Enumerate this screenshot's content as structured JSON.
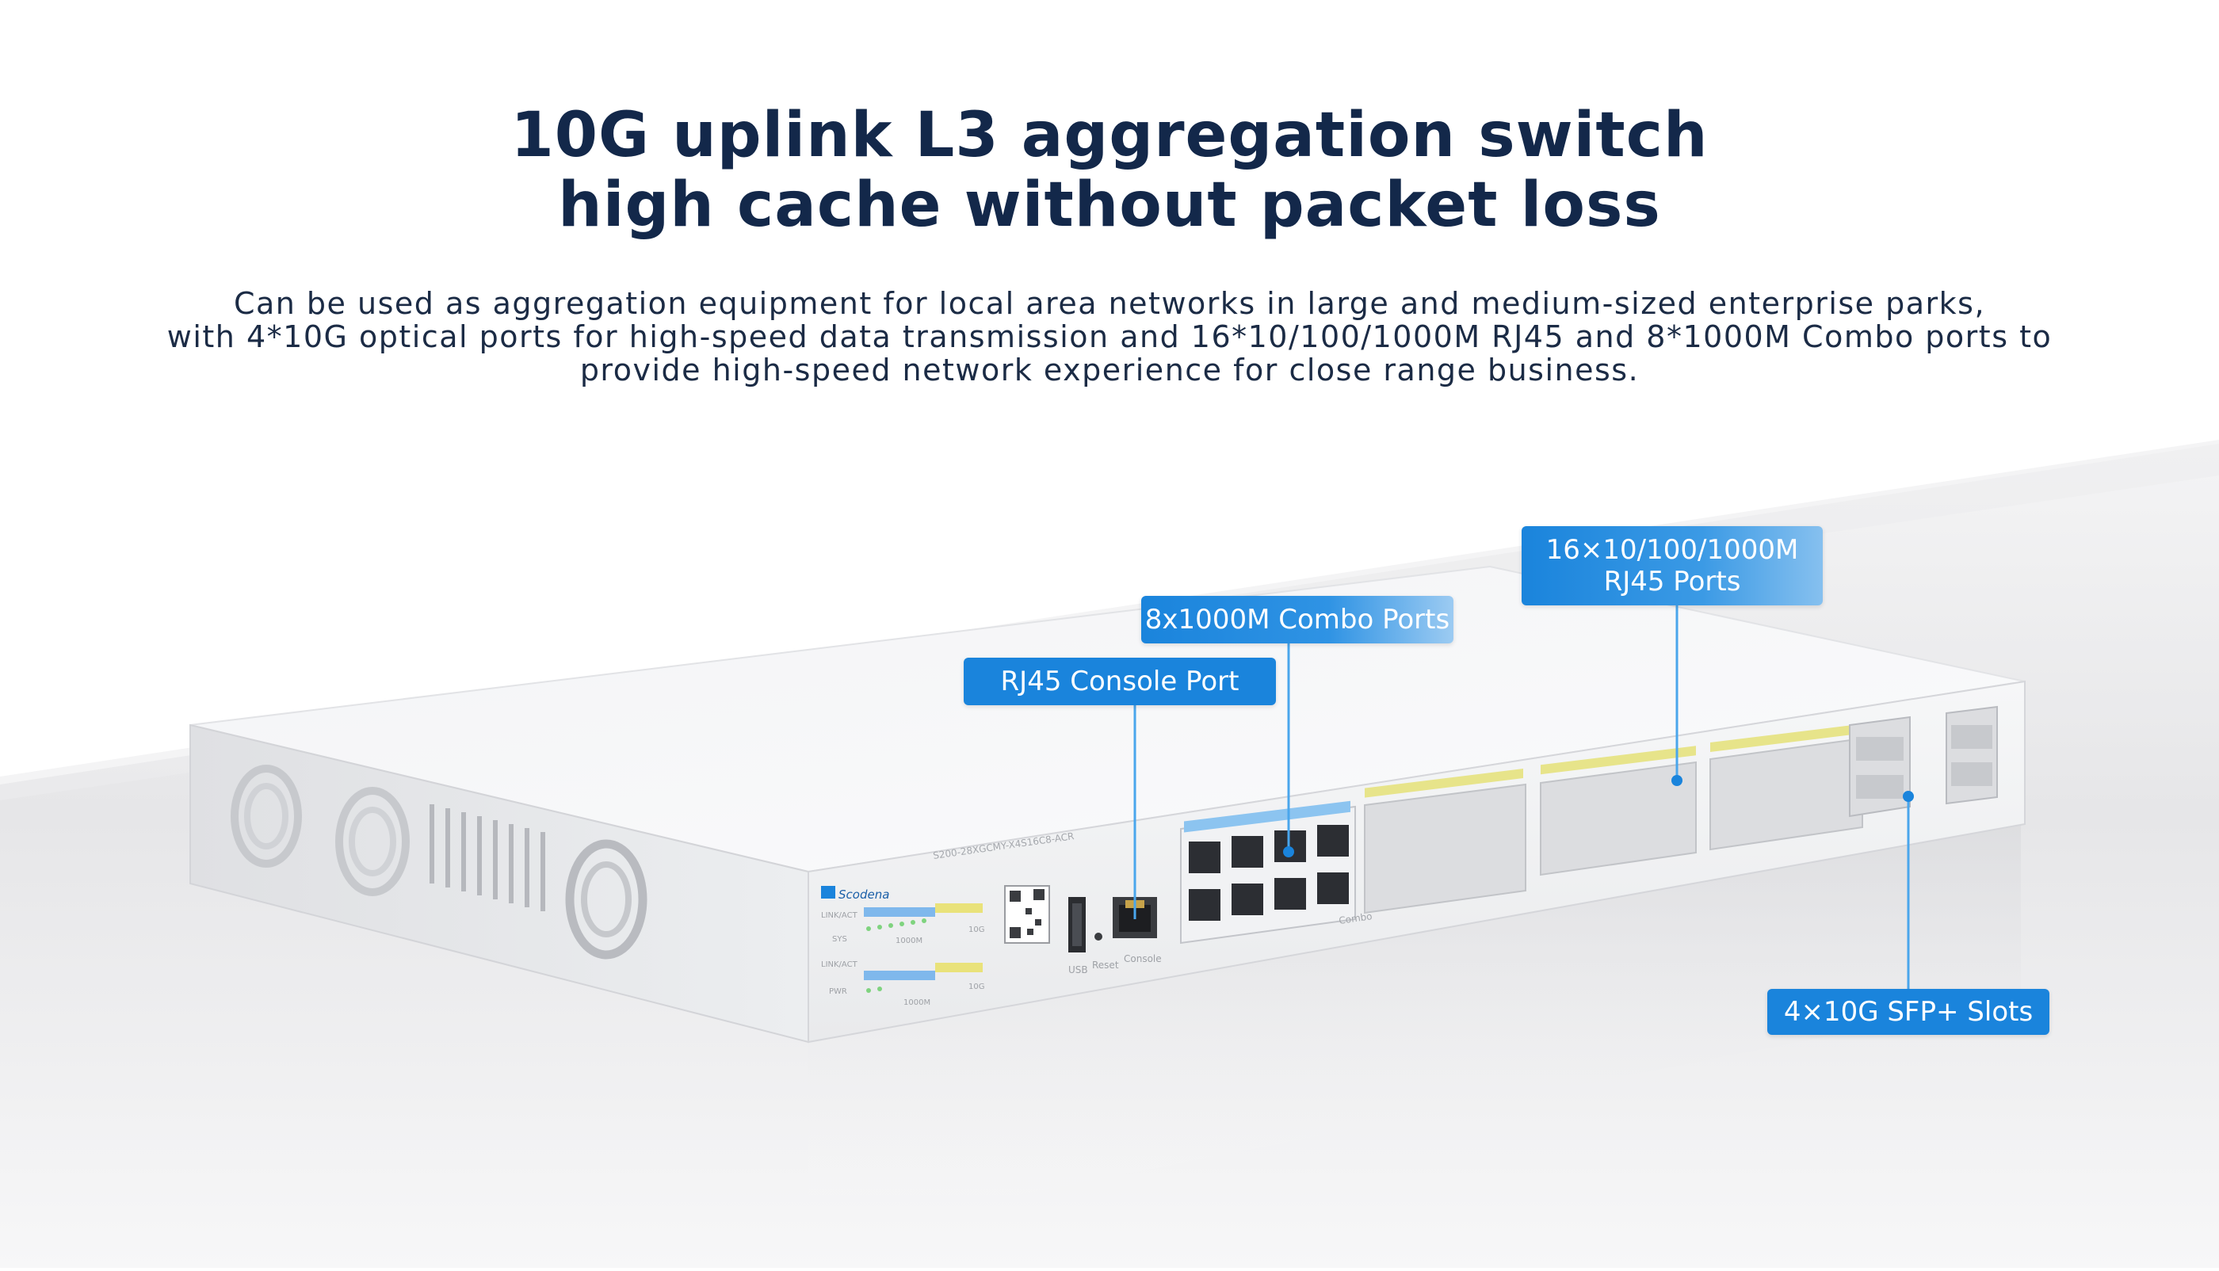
{
  "headline": {
    "line1": "10G uplink L3 aggregation switch",
    "line2": "high cache without packet loss"
  },
  "description": {
    "line1": "Can be used as aggregation equipment for local area networks in large and medium-sized enterprise parks,",
    "line2": "with 4*10G optical ports for high-speed data transmission and 16*10/100/1000M RJ45 and 8*1000M Combo ports to",
    "line3": "provide high-speed network experience for close range business."
  },
  "callouts": {
    "console": "RJ45 Console Port",
    "combo": "8x1000M Combo Ports",
    "rj45_line1": "16×10/100/1000M",
    "rj45_line2": "RJ45 Ports",
    "sfp": "4×10G SFP+ Slots"
  },
  "device": {
    "brand": "Scodena",
    "model": "S200-28XGCMY-X4S16C8-ACR",
    "front_labels": {
      "usb": "USB",
      "reset": "Reset",
      "console": "Console",
      "combo": "Combo",
      "link_act": "LINK/ACT",
      "sys": "SYS",
      "pwr": "PWR",
      "speed_1000m": "1000M",
      "speed_10g": "10G"
    }
  },
  "colors": {
    "headline": "#13284a",
    "callout_blue": "#1a84dc",
    "leader_line": "#4aa6ec",
    "device_body": "#eeeff1"
  }
}
